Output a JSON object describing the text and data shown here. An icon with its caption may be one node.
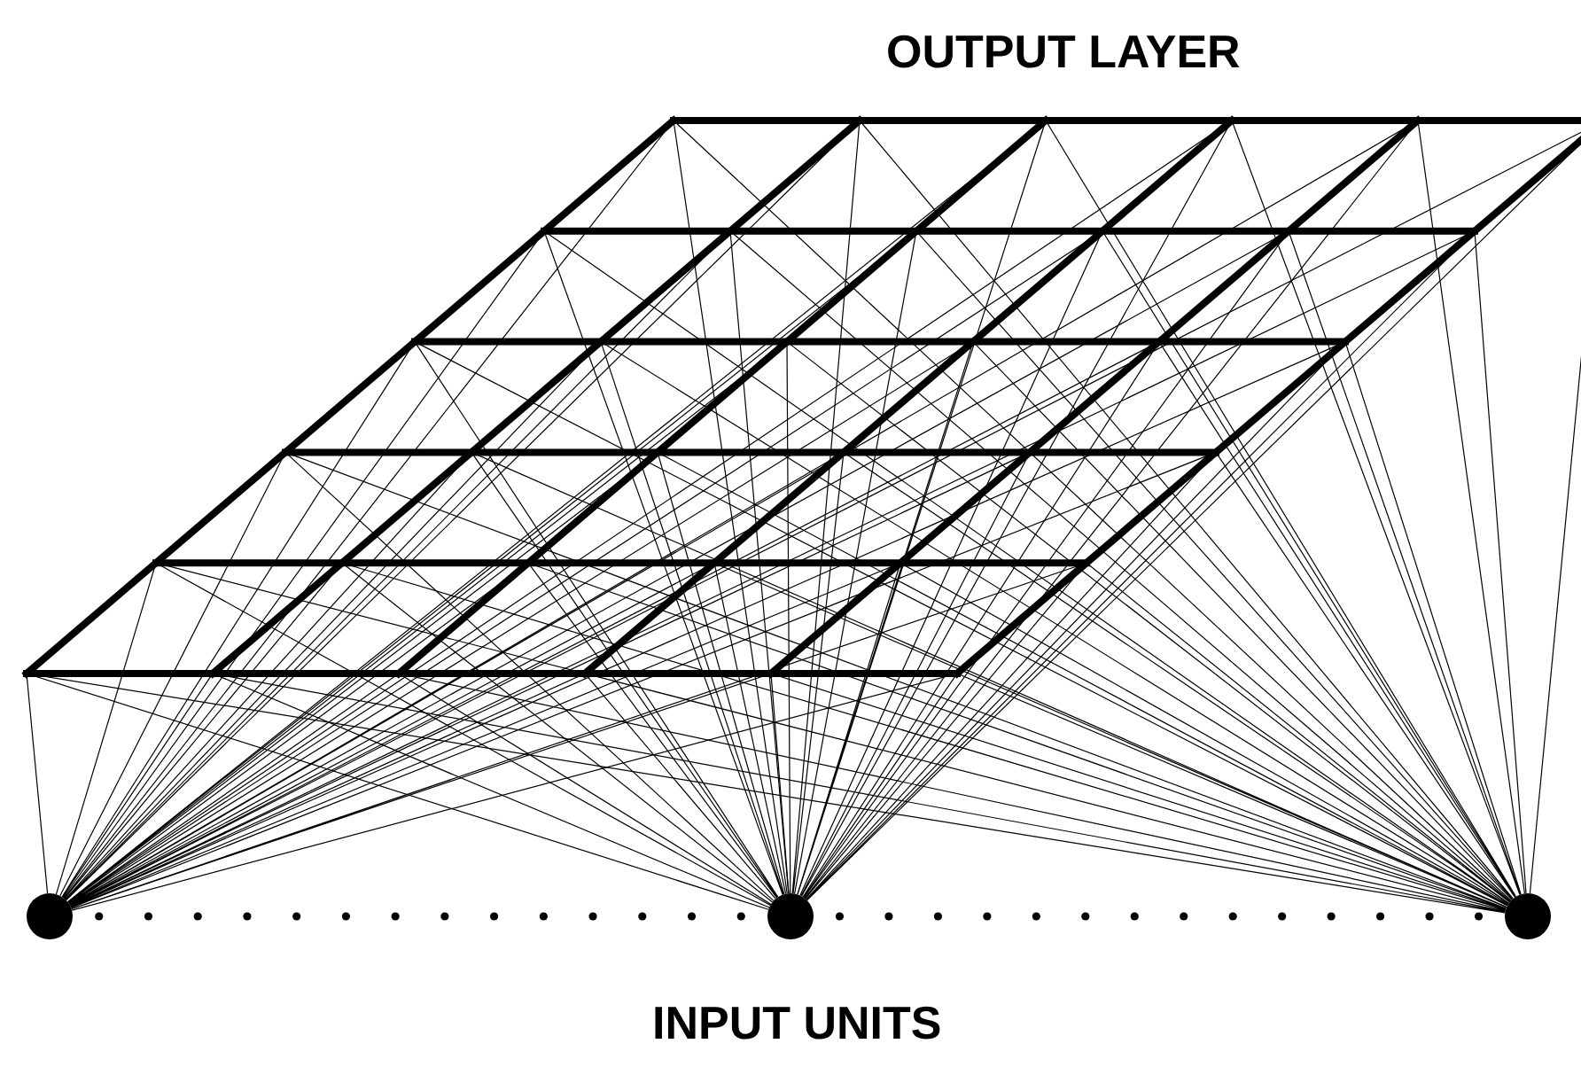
{
  "diagram": {
    "nodes": [
      {
        "text": [
          "OUTPUT LAYER"
        ]
      },
      {
        "text": [],
        "shape": "circle"
      },
      {
        "text": [],
        "shape": "circle"
      },
      {
        "text": [],
        "shape": "circle"
      }
    ],
    "edges": [
      {
        "from": 1,
        "to": 0,
        "arrow": "none"
      },
      {
        "from": 2,
        "to": 0,
        "arrow": "none"
      },
      {
        "from": 3,
        "to": 0,
        "arrow": "none"
      }
    ],
    "labels": [
      "INPUT UNITS"
    ]
  }
}
